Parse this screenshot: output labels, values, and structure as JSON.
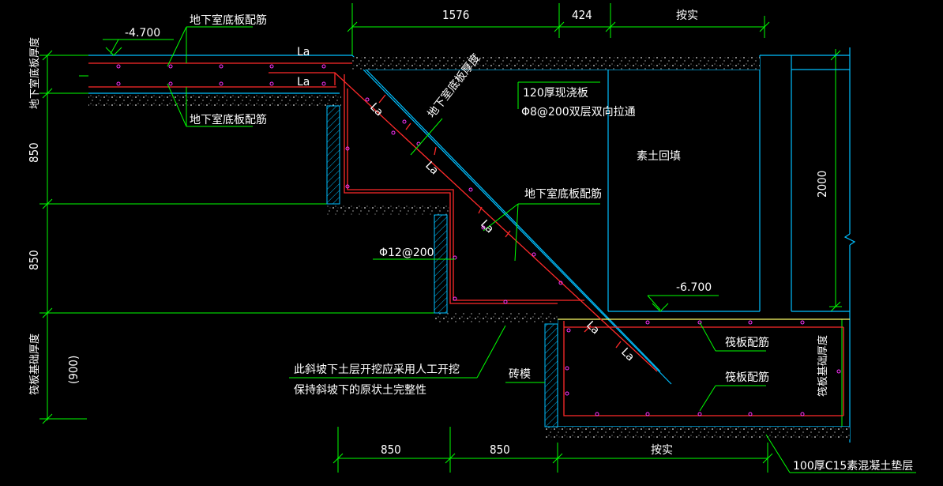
{
  "colors": {
    "background": "#000000",
    "dimension": "#00ff00",
    "slab_outline": "#00bfff",
    "rebar": "#ff2a2a",
    "rebar_dot": "#ff33ff",
    "annotation": "#ffffff",
    "leader": "#00ff00",
    "level_line": "#ffff66"
  },
  "dimensions": {
    "top_1576": "1576",
    "top_424": "424",
    "top_ansht": "按实",
    "bottom_850a": "850",
    "bottom_850b": "850",
    "bottom_ansht": "按实",
    "left_850a": "850",
    "left_850b": "850",
    "left_900": "(900)",
    "right_2000": "2000"
  },
  "levels": {
    "upper": "-4.700",
    "lower": "-6.700"
  },
  "labels": {
    "basement_slab_rebar_top": "地下室底板配筋",
    "basement_slab_rebar_bottom": "地下室底板配筋",
    "basement_slab_rebar_mid": "地下室底板配筋",
    "slab_120": "120厚现浇板",
    "slab_120_rebar": "Φ8@200双层双向拉通",
    "backfill": "素土回填",
    "phi12": "Φ12@200",
    "slope_note_1": "此斜坡下土层开挖应采用人工开挖",
    "slope_note_2": "保持斜坡下的原状土完整性",
    "brick_mold": "砖模",
    "raft_rebar_1": "筏板配筋",
    "raft_rebar_2": "筏板配筋",
    "cushion": "100厚C15素混凝土垫层",
    "la_1": "La",
    "la_2": "La",
    "la_diag_1": "La",
    "la_diag_2": "La",
    "la_diag_3": "La",
    "la_diag_4": "La",
    "la_diag_5": "La",
    "slope_thickness": "地下室底板厚度",
    "left_thickness": "地下室底板厚度",
    "left_raft_thickness": "筏板基础厚度",
    "right_raft_thickness": "筏板基础厚度"
  }
}
